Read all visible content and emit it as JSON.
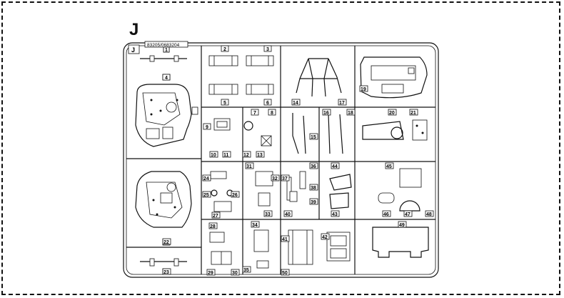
{
  "sheet": {
    "sprue_letter": "J",
    "frame_letter": "J",
    "part_code": "83205/0683204"
  },
  "part_numbers": [
    "1",
    "2",
    "3",
    "4",
    "5",
    "6",
    "7",
    "8",
    "9",
    "10",
    "11",
    "12",
    "13",
    "14",
    "15",
    "16",
    "17",
    "18",
    "19",
    "20",
    "21",
    "22",
    "23",
    "24",
    "25",
    "26",
    "27",
    "28",
    "29",
    "30",
    "31",
    "32",
    "33",
    "34",
    "35",
    "36",
    "37",
    "38",
    "39",
    "40",
    "41",
    "42",
    "43",
    "44",
    "45",
    "46",
    "47",
    "48",
    "49",
    "50"
  ]
}
